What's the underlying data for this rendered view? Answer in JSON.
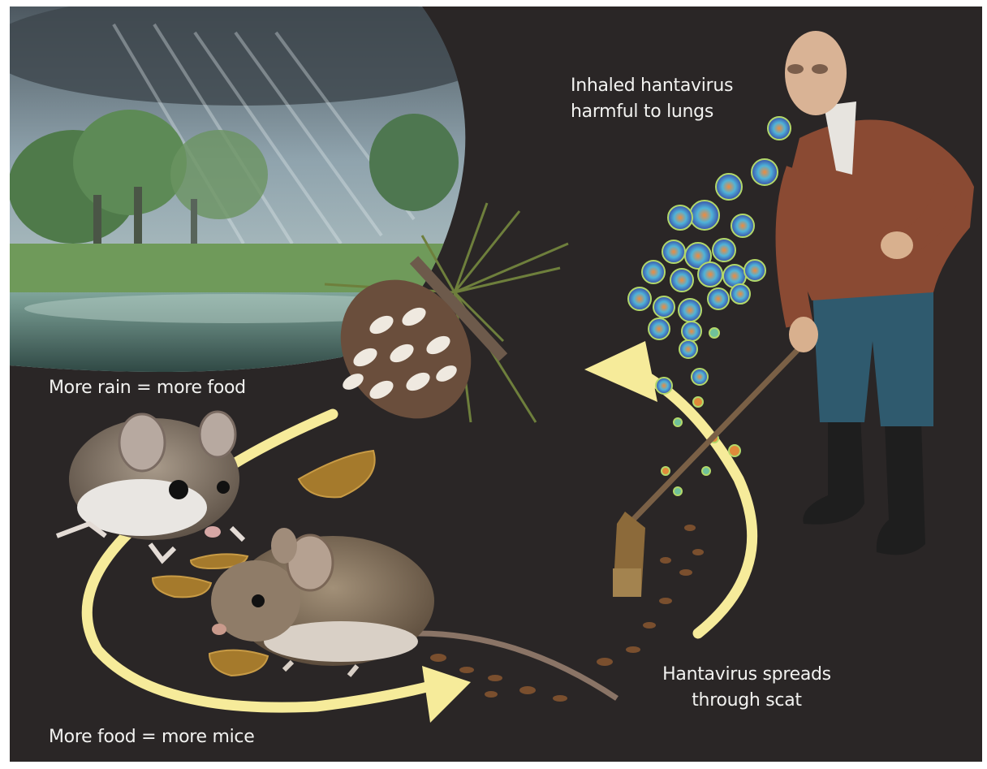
{
  "labels": {
    "rain_food": "More rain = more food",
    "food_mice": "More food = more mice",
    "inhaled_line1": "Inhaled hantavirus",
    "inhaled_line2": "harmful to lungs",
    "scat_line1": "Hantavirus spreads",
    "scat_line2": "through scat"
  },
  "colors": {
    "background": "#2a2626",
    "arrow": "#f6eb9a",
    "text": "#f2f2f0",
    "sweater": "#8a4a33",
    "jeans": "#2f5a6e",
    "boots": "#1e1e1e"
  }
}
